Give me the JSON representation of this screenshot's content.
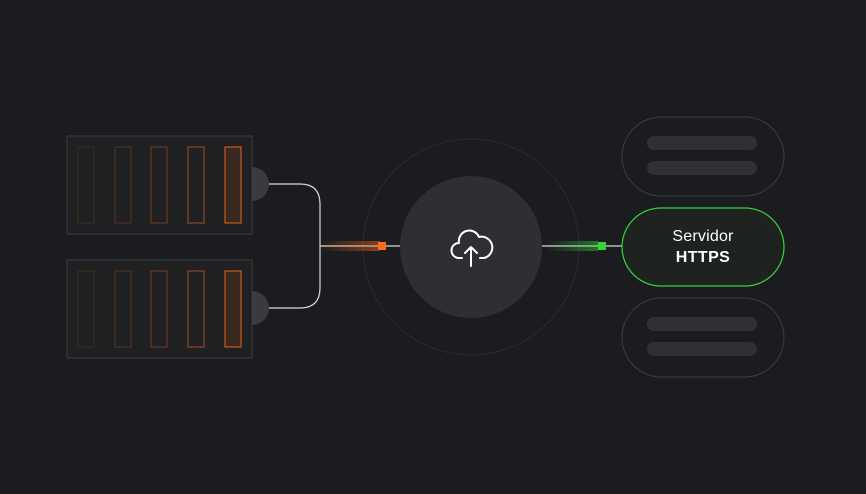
{
  "https_server": {
    "line1": "Servidor",
    "line2": "HTTPS"
  },
  "icons": {
    "center": "cloud-upload-icon"
  },
  "colors": {
    "background": "#1b1c1f",
    "source_accent": "#ff6a1a",
    "destination_accent": "#35d43a",
    "connector_line": "#d9d9d9",
    "panel_border": "#3a3d3f",
    "hub_fill": "#2e2f32"
  },
  "sources": {
    "bar_levels": [
      0.15,
      0.25,
      0.4,
      0.6,
      0.9
    ]
  }
}
